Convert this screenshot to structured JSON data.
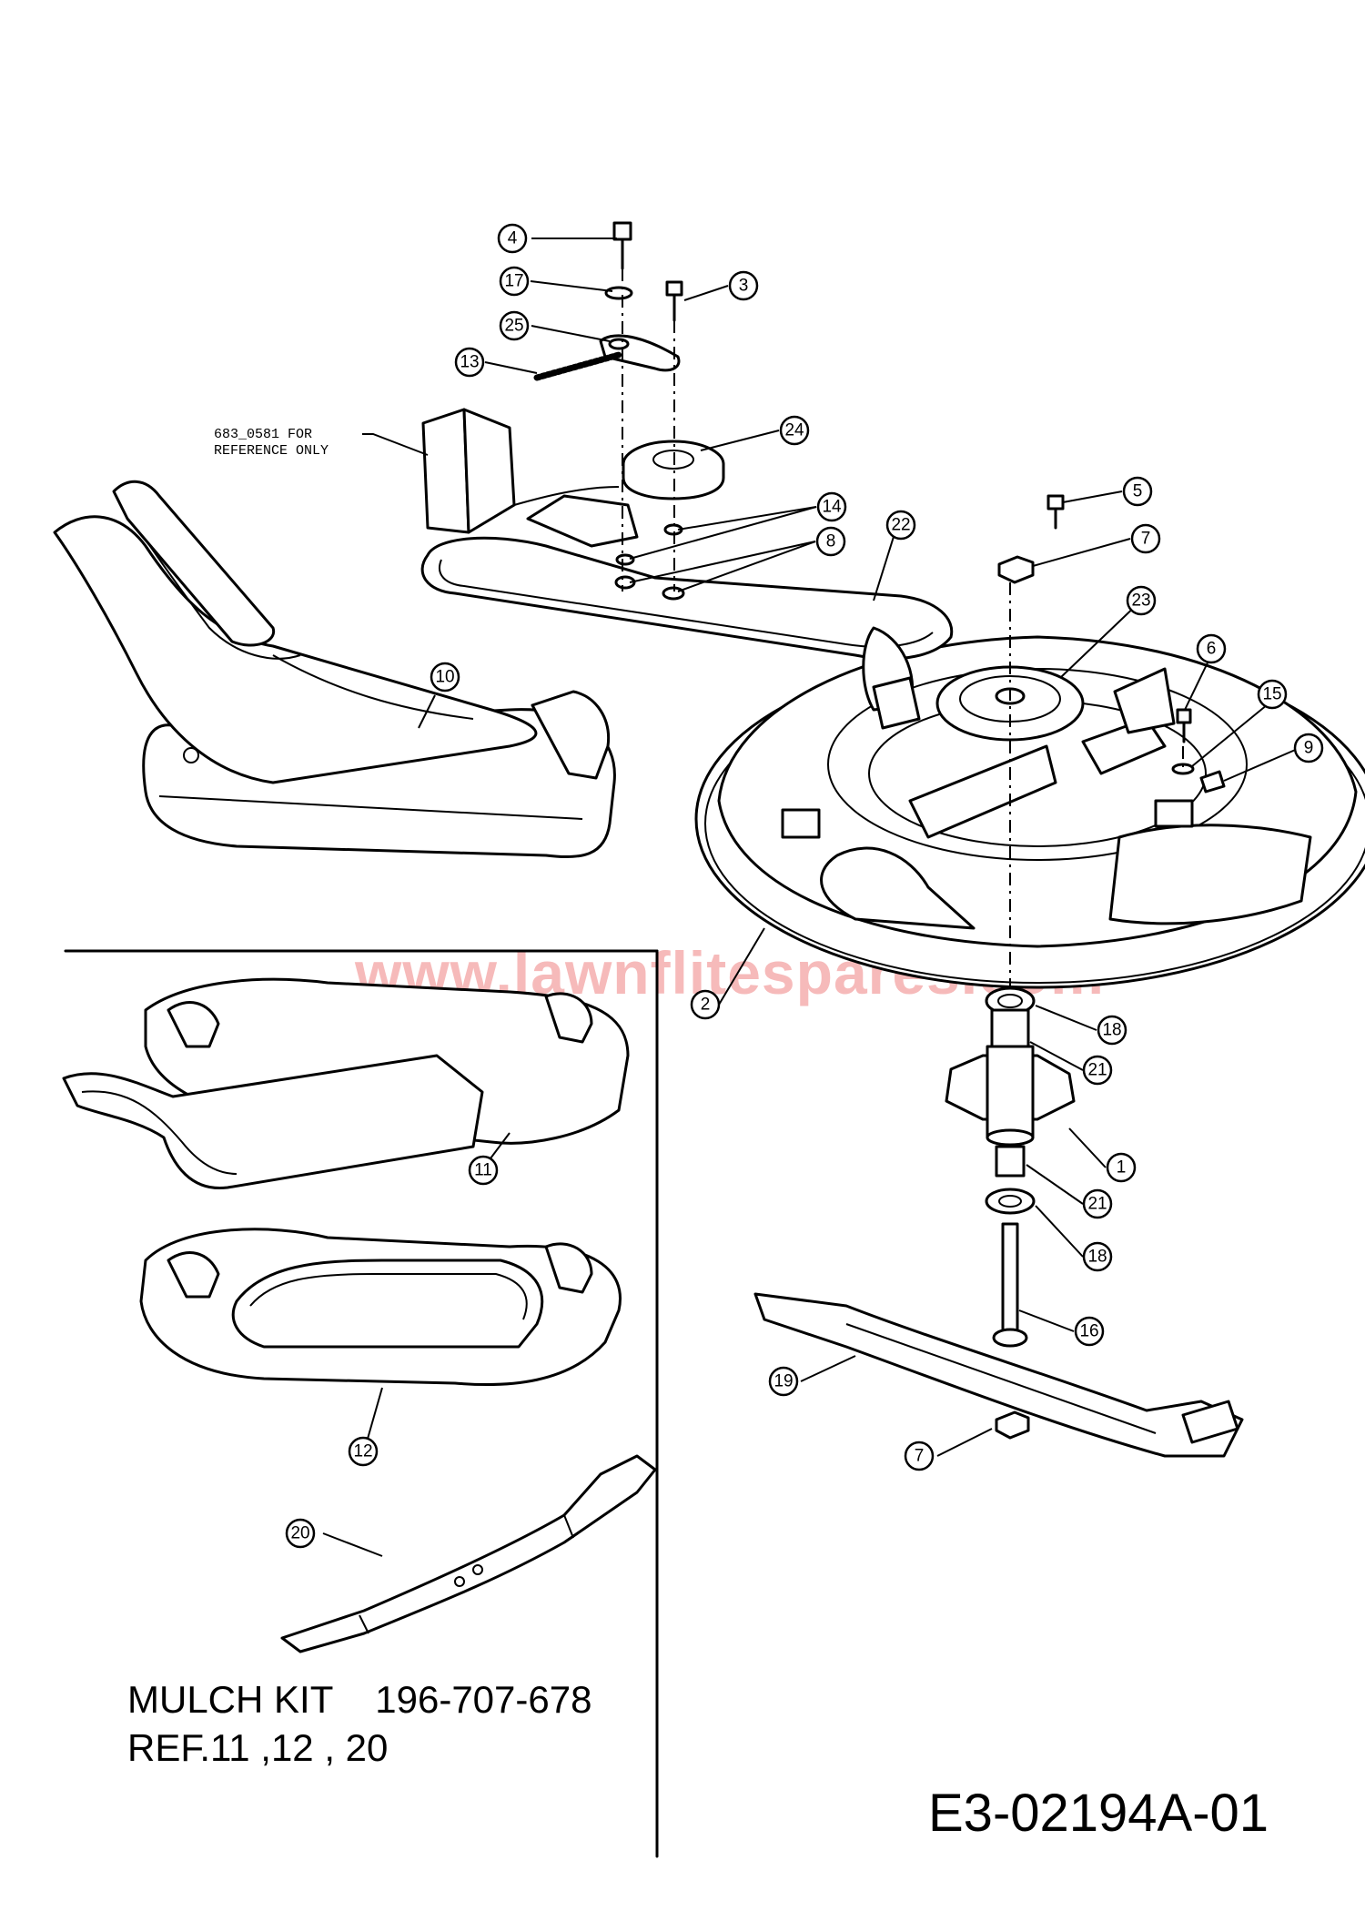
{
  "balloons": [
    {
      "id": "b4",
      "label": "4"
    },
    {
      "id": "b17",
      "label": "17"
    },
    {
      "id": "b3",
      "label": "3"
    },
    {
      "id": "b25",
      "label": "25"
    },
    {
      "id": "b13",
      "label": "13"
    },
    {
      "id": "b24",
      "label": "24"
    },
    {
      "id": "b14",
      "label": "14"
    },
    {
      "id": "b8",
      "label": "8"
    },
    {
      "id": "b22",
      "label": "22"
    },
    {
      "id": "b5",
      "label": "5"
    },
    {
      "id": "b7a",
      "label": "7"
    },
    {
      "id": "b23",
      "label": "23"
    },
    {
      "id": "b6",
      "label": "6"
    },
    {
      "id": "b15",
      "label": "15"
    },
    {
      "id": "b9",
      "label": "9"
    },
    {
      "id": "b10",
      "label": "10"
    },
    {
      "id": "b2",
      "label": "2"
    },
    {
      "id": "b18a",
      "label": "18"
    },
    {
      "id": "b21a",
      "label": "21"
    },
    {
      "id": "b1",
      "label": "1"
    },
    {
      "id": "b21b",
      "label": "21"
    },
    {
      "id": "b18b",
      "label": "18"
    },
    {
      "id": "b16",
      "label": "16"
    },
    {
      "id": "b19",
      "label": "19"
    },
    {
      "id": "b7b",
      "label": "7"
    },
    {
      "id": "b11",
      "label": "11"
    },
    {
      "id": "b12",
      "label": "12"
    },
    {
      "id": "b20",
      "label": "20"
    }
  ],
  "reference_note": {
    "line1": "683_0581 FOR",
    "line2": "REFERENCE ONLY"
  },
  "mulch_kit": {
    "line1": "MULCH KIT    196-707-678",
    "line2": "REF.11 ,12 , 20"
  },
  "drawing_number": "E3-02194A-01",
  "watermark": "www.lawnflitespares.com"
}
